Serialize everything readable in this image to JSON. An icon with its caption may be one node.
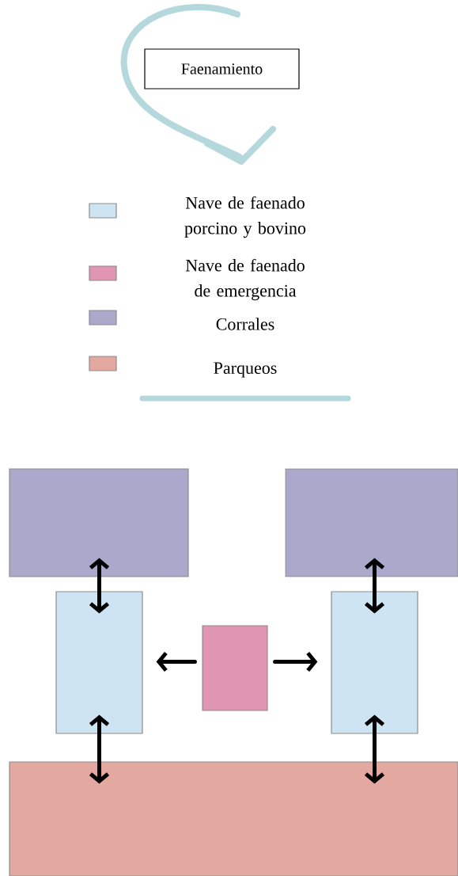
{
  "diagram": {
    "nodes": [
      {
        "text": [
          "Faenamiento"
        ]
      },
      {
        "text": [],
        "shape": "box"
      },
      {
        "text": [],
        "shape": "box"
      },
      {
        "text": [],
        "shape": "box"
      },
      {
        "text": [],
        "shape": "box"
      },
      {
        "text": [],
        "shape": "box"
      },
      {
        "text": [],
        "shape": "box"
      }
    ],
    "edges": [
      {
        "from": 1,
        "to": 3,
        "arrow": "both"
      },
      {
        "from": 3,
        "to": 6,
        "arrow": "both"
      },
      {
        "from": 4,
        "to": 3,
        "arrow": "to"
      },
      {
        "from": 4,
        "to": 5,
        "arrow": "to"
      },
      {
        "from": 2,
        "to": 5,
        "arrow": "both"
      },
      {
        "from": 5,
        "to": 6,
        "arrow": "both"
      }
    ],
    "legend": [
      {
        "text": "Nave de faenado porcino y bovino",
        "color": "#cfe4f3"
      },
      {
        "text": "Nave de faenado de emergencia",
        "color": "#e095b2"
      },
      {
        "text": "Corrales",
        "color": "#aaa9cc"
      },
      {
        "text": "Parqueos",
        "color": "#e3a89f"
      }
    ]
  }
}
